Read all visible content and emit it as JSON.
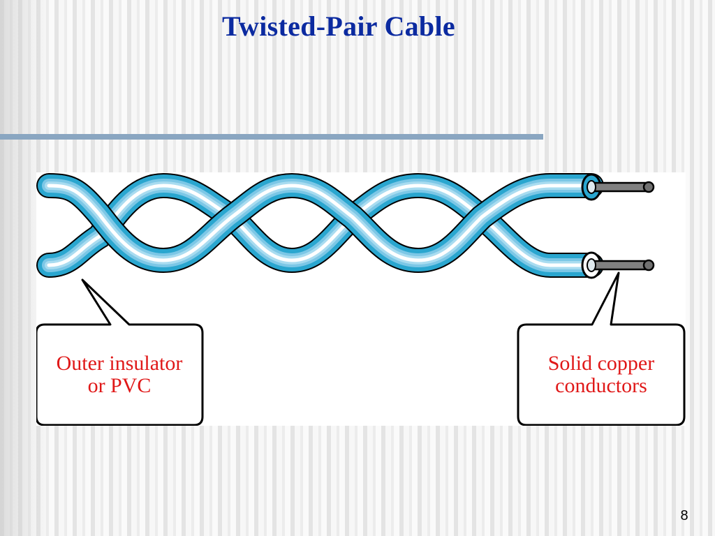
{
  "slide": {
    "title": "Twisted-Pair Cable",
    "number": "8"
  },
  "diagram": {
    "callouts": {
      "left": [
        "Outer insulator",
        "or PVC"
      ],
      "right": [
        "Solid copper",
        "conductors"
      ]
    },
    "colors": {
      "title": "#0b2aa0",
      "callout_text": "#e01818",
      "wire_outer": "#2aa6cf",
      "wire_light": "#a9dcf0",
      "conductor": "#808080",
      "rule": "#8aa6c1"
    }
  }
}
